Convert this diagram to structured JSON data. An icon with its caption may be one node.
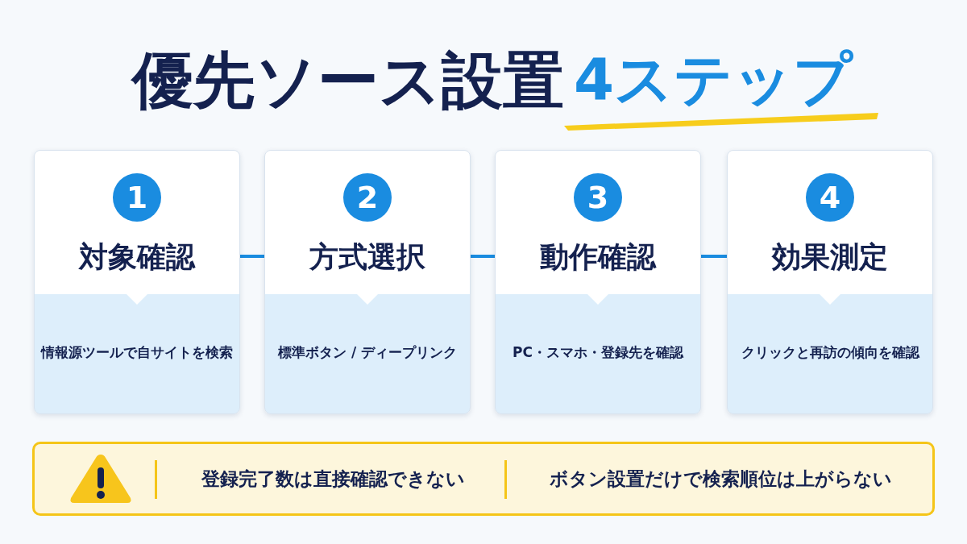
{
  "diagram": {
    "title": "優先ソース設置",
    "nodes": [
      {
        "text": [
          "1",
          "対象確認",
          "情報源ツールで自サイトを検索"
        ]
      },
      {
        "text": [
          "2",
          "方式選択",
          "標準ボタン / ディープリンク"
        ]
      },
      {
        "text": [
          "3",
          "動作確認",
          "PC・スマホ・登録先を確認"
        ]
      },
      {
        "text": [
          "4",
          "効果測定",
          "クリックと再訪の傾向を確認"
        ]
      },
      {
        "text": [
          "登録完了数は直接確認できない",
          "ボタン設置だけで検索順位は上がらない"
        ]
      }
    ],
    "edges": [
      {
        "from": 0,
        "to": 1,
        "arrow": "none"
      },
      {
        "from": 1,
        "to": 2,
        "arrow": "none"
      },
      {
        "from": 2,
        "to": 3,
        "arrow": "none"
      }
    ],
    "labels": [
      "4ステップ"
    ]
  }
}
